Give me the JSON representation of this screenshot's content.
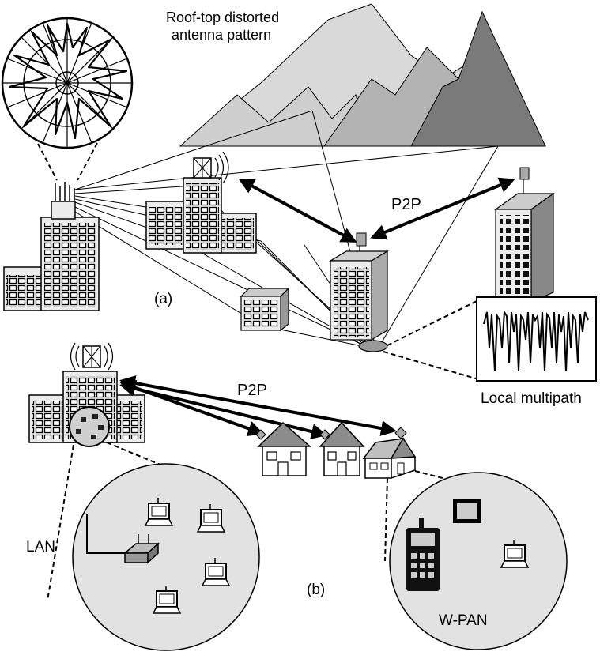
{
  "labels": {
    "antenna_pattern_line1": "Roof-top distorted",
    "antenna_pattern_line2": "antenna pattern",
    "p2p_top": "P2P",
    "part_a": "(a)",
    "local_multipath": "Local multipath",
    "p2p_bottom": "P2P",
    "lan": "LAN",
    "part_b": "(b)",
    "wpan": "W-PAN"
  },
  "colors": {
    "mountain_light": "#d9d9d9",
    "mountain_mid": "#b3b3b3",
    "mountain_dark": "#7a7a7a",
    "building_light": "#ececec",
    "building_mid": "#bfbfbf",
    "building_dark": "#8c8c8c",
    "circle_fill": "#e2e2e2",
    "ink": "#000000"
  }
}
